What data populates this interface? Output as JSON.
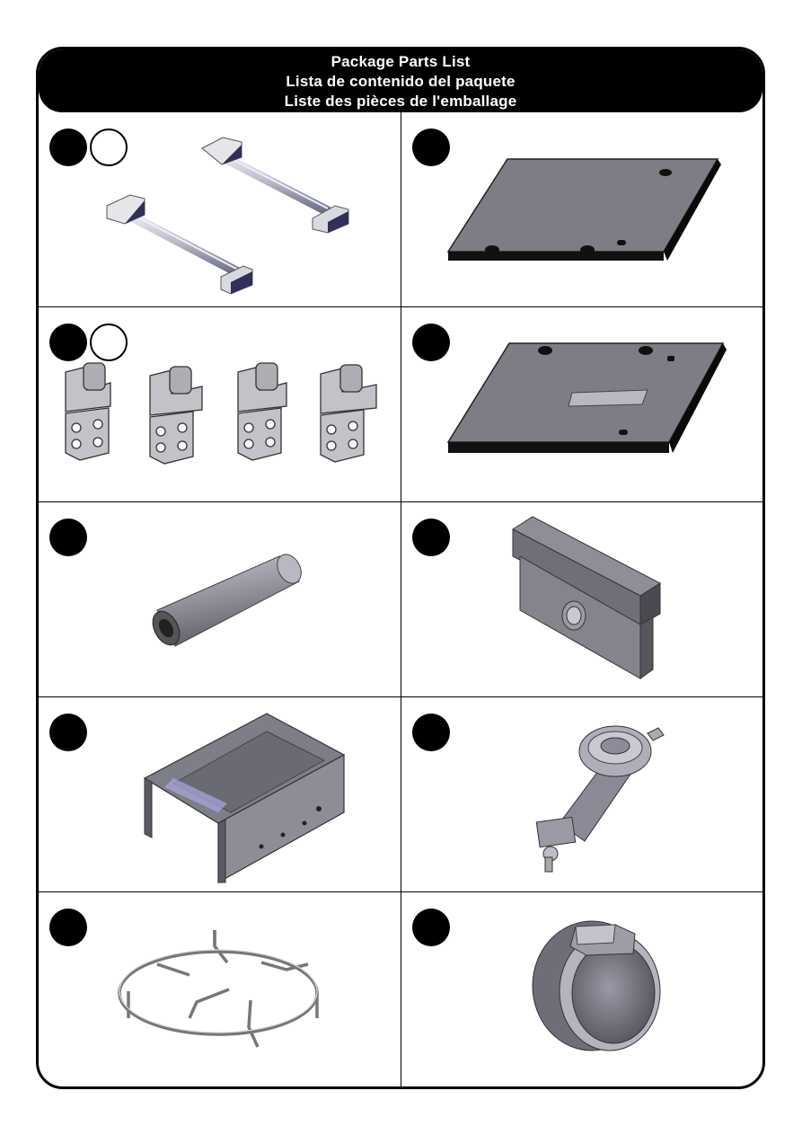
{
  "header": {
    "title_en": "Package Parts List",
    "title_es": "Lista de contenido del paquete",
    "title_fr": "Liste des pièces de l'emballage"
  },
  "parts": [
    {
      "id": "handles",
      "icon": "handle-bars-icon",
      "qty_marker": true
    },
    {
      "id": "plate-a",
      "icon": "griddle-plate-icon",
      "qty_marker": false
    },
    {
      "id": "hinges",
      "icon": "hinge-brackets-icon",
      "qty_marker": true
    },
    {
      "id": "plate-b",
      "icon": "griddle-plate-with-handle-icon",
      "qty_marker": false
    },
    {
      "id": "tube",
      "icon": "venturi-tube-icon",
      "qty_marker": false
    },
    {
      "id": "heat-shield",
      "icon": "heat-shield-box-icon",
      "qty_marker": false
    },
    {
      "id": "firebox",
      "icon": "firebox-housing-icon",
      "qty_marker": false
    },
    {
      "id": "burner",
      "icon": "gas-burner-icon",
      "qty_marker": false
    },
    {
      "id": "grate",
      "icon": "wok-grate-icon",
      "qty_marker": false
    },
    {
      "id": "knob",
      "icon": "control-knob-icon",
      "qty_marker": false
    }
  ]
}
